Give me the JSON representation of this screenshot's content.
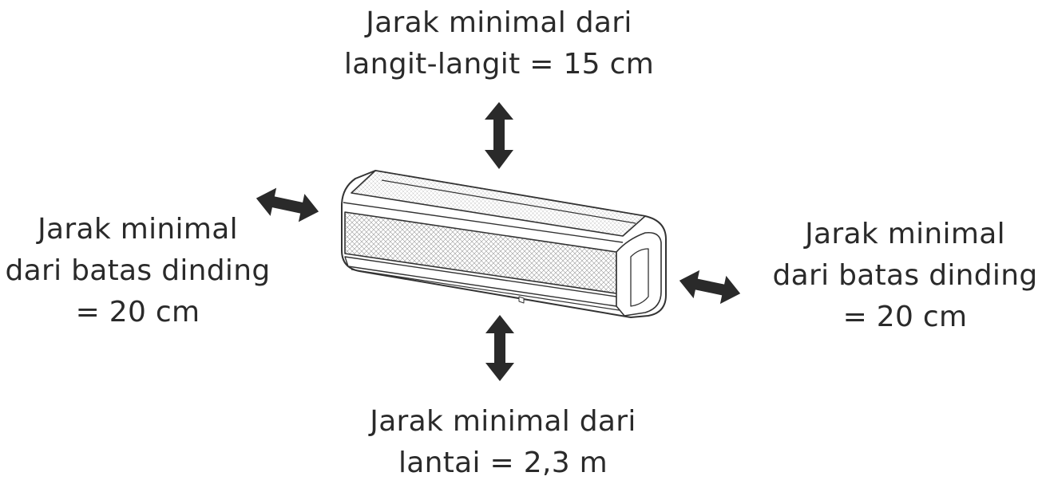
{
  "labels": {
    "top": {
      "line1": "Jarak minimal dari",
      "line2": "langit-langit = 15 cm"
    },
    "left": {
      "line1": "Jarak minimal",
      "line2": "dari batas dinding",
      "line3": "= 20 cm"
    },
    "right": {
      "line1": "Jarak minimal",
      "line2": "dari batas dinding",
      "line3": "= 20 cm"
    },
    "bottom": {
      "line1": "Jarak minimal dari",
      "line2": "lantai = 2,3 m"
    }
  },
  "colors": {
    "ink": "#2a2a2a",
    "arrow": "#2a2a2a",
    "background": "#ffffff"
  },
  "icons": {
    "top_arrow": "double-arrow-vertical-icon",
    "bottom_arrow": "double-arrow-vertical-icon",
    "left_arrow": "double-arrow-horizontal-icon",
    "right_arrow": "double-arrow-horizontal-icon",
    "unit": "air-conditioner-indoor-unit-icon"
  }
}
